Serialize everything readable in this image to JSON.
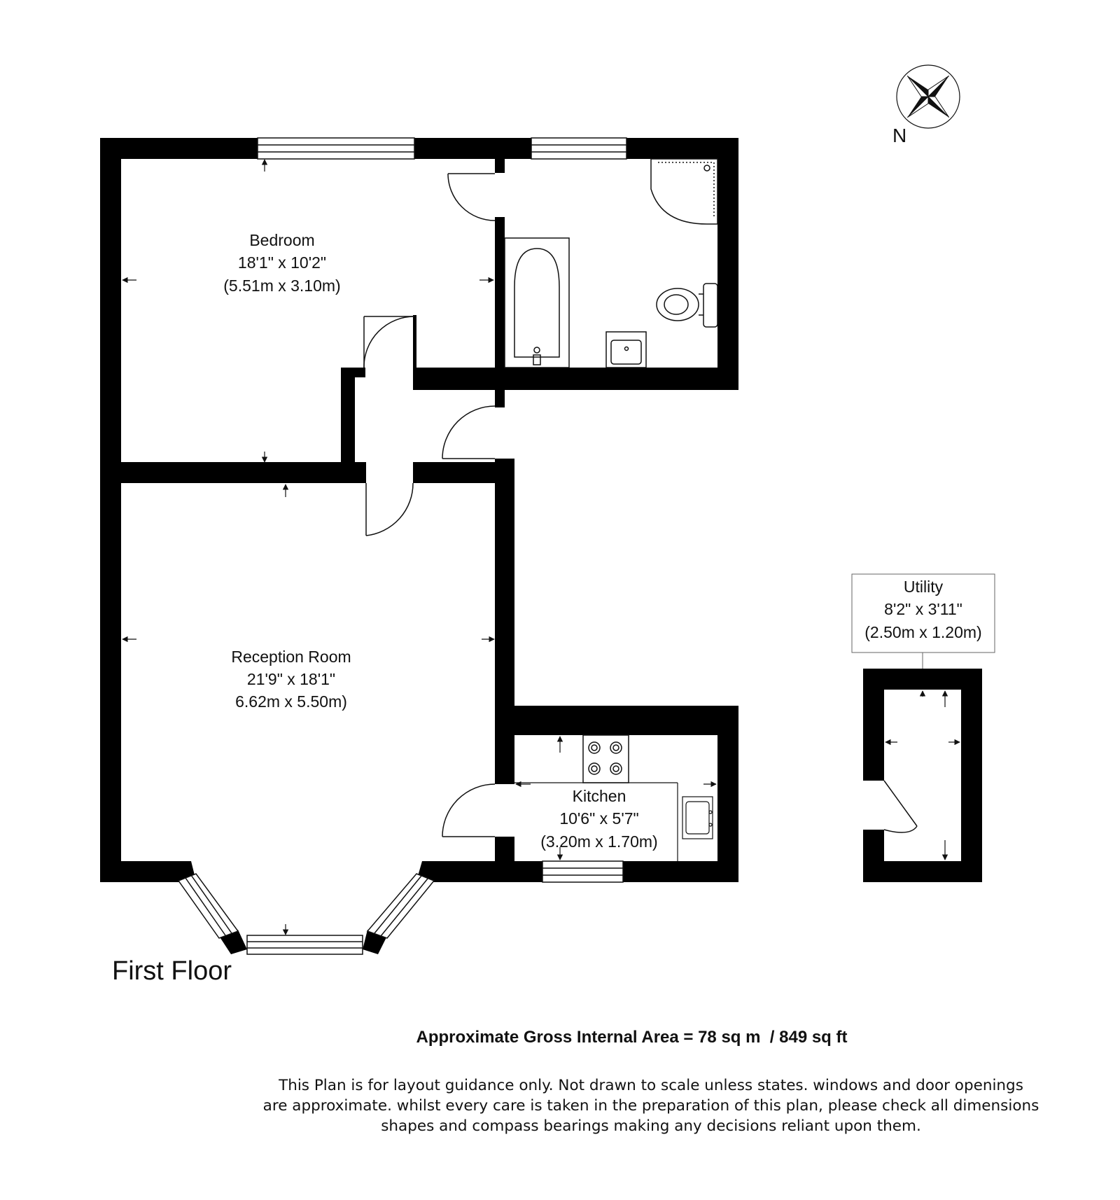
{
  "floor_label": "First Floor",
  "compass": {
    "north_label": "N"
  },
  "rooms": {
    "bedroom": {
      "name": "Bedroom",
      "imperial": "18'1\" x 10'2\"",
      "metric": "(5.51m x 3.10m)"
    },
    "reception": {
      "name": "Reception Room",
      "imperial": "21'9\" x 18'1\"",
      "metric": "6.62m x 5.50m)"
    },
    "kitchen": {
      "name": "Kitchen",
      "imperial": "10'6\" x 5'7\"",
      "metric": "(3.20m x 1.70m)"
    },
    "utility": {
      "name": "Utility",
      "imperial": "8'2\" x 3'11\"",
      "metric": "(2.50m x 1.20m)"
    }
  },
  "area_text": "Approximate Gross Internal Area = 78 sq m  / 849 sq ft",
  "disclaimer": [
    "This Plan is for layout guidance only. Not drawn to scale unless states. windows and door openings",
    "are approximate. whilst every care is taken in the preparation of this plan, please check all dimensions",
    "shapes and compass bearings making any decisions reliant upon them."
  ]
}
